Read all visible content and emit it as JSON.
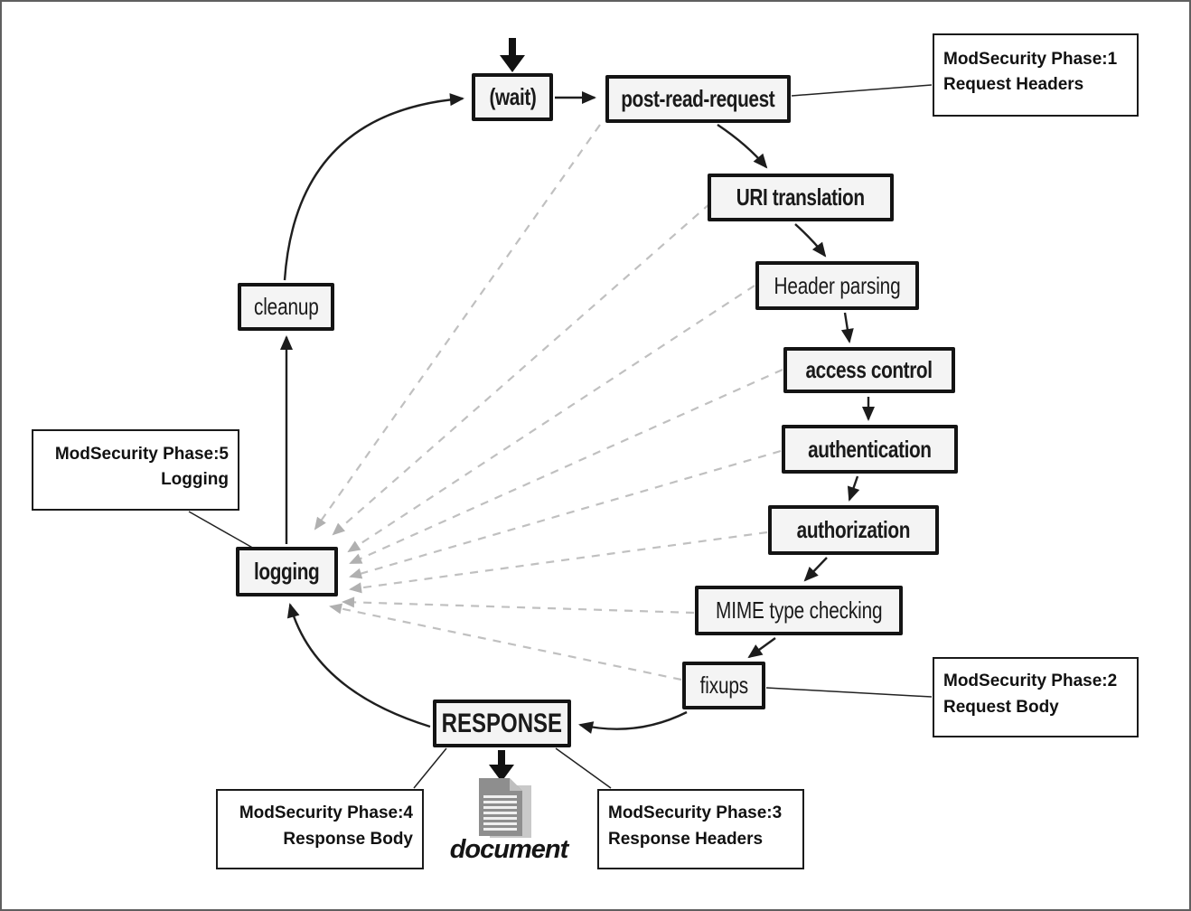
{
  "diagram": {
    "nodes": {
      "wait": "(wait)",
      "post_read_request": "post-read-request",
      "uri_translation": "URI translation",
      "header_parsing": "Header parsing",
      "access_control": "access control",
      "authentication": "authentication",
      "authorization": "authorization",
      "mime_type_checking": "MIME type checking",
      "fixups": "fixups",
      "response": "RESPONSE",
      "logging": "logging",
      "cleanup": "cleanup"
    },
    "document_icon_label": "document",
    "annotations": {
      "phase1": {
        "line1": "ModSecurity Phase:1",
        "line2": "Request Headers"
      },
      "phase2": {
        "line1": "ModSecurity Phase:2",
        "line2": "Request Body"
      },
      "phase3": {
        "line1": "ModSecurity Phase:3",
        "line2": "Response Headers"
      },
      "phase4": {
        "line1": "ModSecurity Phase:4",
        "line2": "Response Body"
      },
      "phase5": {
        "line1": "ModSecurity Phase:5",
        "line2": "Logging"
      }
    },
    "flow_edges": [
      {
        "from": "entry",
        "to": "(wait)"
      },
      {
        "from": "(wait)",
        "to": "post-read-request"
      },
      {
        "from": "post-read-request",
        "to": "URI translation"
      },
      {
        "from": "URI translation",
        "to": "Header parsing"
      },
      {
        "from": "Header parsing",
        "to": "access control"
      },
      {
        "from": "access control",
        "to": "authentication"
      },
      {
        "from": "authentication",
        "to": "authorization"
      },
      {
        "from": "authorization",
        "to": "MIME type checking"
      },
      {
        "from": "MIME type checking",
        "to": "fixups"
      },
      {
        "from": "fixups",
        "to": "RESPONSE"
      },
      {
        "from": "RESPONSE",
        "to": "logging"
      },
      {
        "from": "logging",
        "to": "cleanup"
      },
      {
        "from": "cleanup",
        "to": "(wait)"
      },
      {
        "from": "RESPONSE",
        "to": "document"
      }
    ],
    "dashed_edges_to_logging": [
      "post-read-request",
      "URI translation",
      "Header parsing",
      "access control",
      "authentication",
      "authorization",
      "MIME type checking",
      "fixups"
    ],
    "annotation_links": [
      {
        "from": "post-read-request",
        "to": "phase1"
      },
      {
        "from": "fixups",
        "to": "phase2"
      },
      {
        "from": "RESPONSE",
        "to": "phase3"
      },
      {
        "from": "RESPONSE",
        "to": "phase4"
      },
      {
        "from": "logging",
        "to": "phase5"
      }
    ],
    "colors": {
      "background": "#ffffff",
      "node_fill": "#f4f4f4",
      "node_border": "#141414",
      "annotation_fill": "#ffffff",
      "annotation_border": "#1a1a1a",
      "arrow": "#1f1f1f",
      "dashed_arrow": "#c0c0c0",
      "document_fill": "#8e8e8e",
      "frame_border": "#5f5f5f"
    }
  }
}
